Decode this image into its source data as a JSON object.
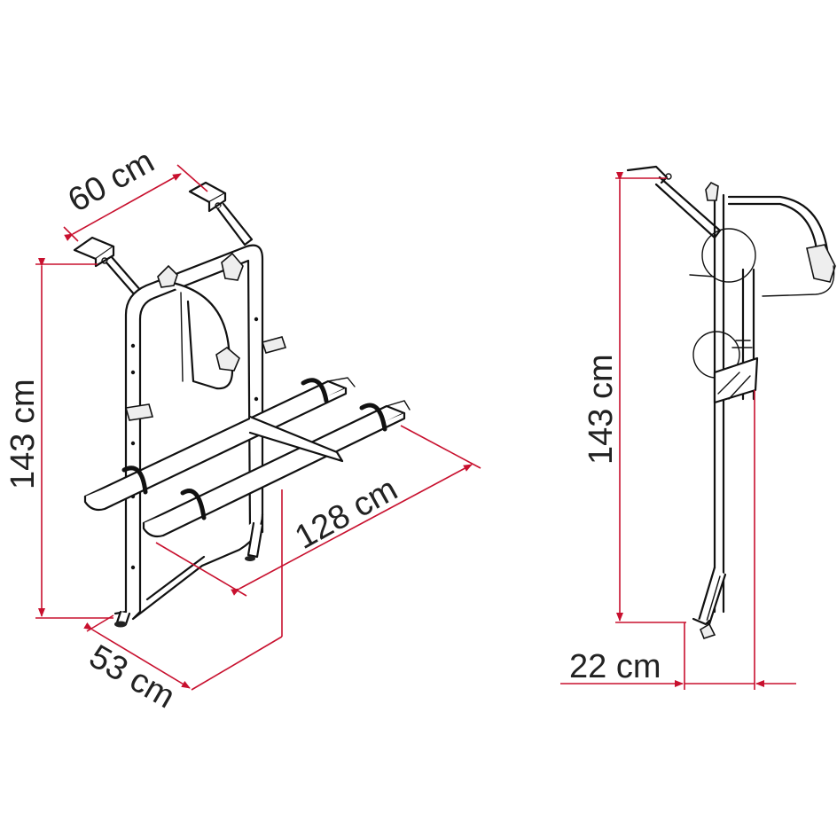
{
  "diagram": {
    "subject": "Bike rack dimensional drawing",
    "colors": {
      "dimension_line": "#c8102e",
      "drawing_line": "#111111",
      "background": "#ffffff"
    },
    "front_view": {
      "dimensions": {
        "width_top": "60 cm",
        "height": "143 cm",
        "depth_rails": "128 cm",
        "width_bottom": "53 cm"
      }
    },
    "side_view": {
      "dimensions": {
        "height": "143 cm",
        "foot_offset": "22 cm"
      }
    }
  }
}
